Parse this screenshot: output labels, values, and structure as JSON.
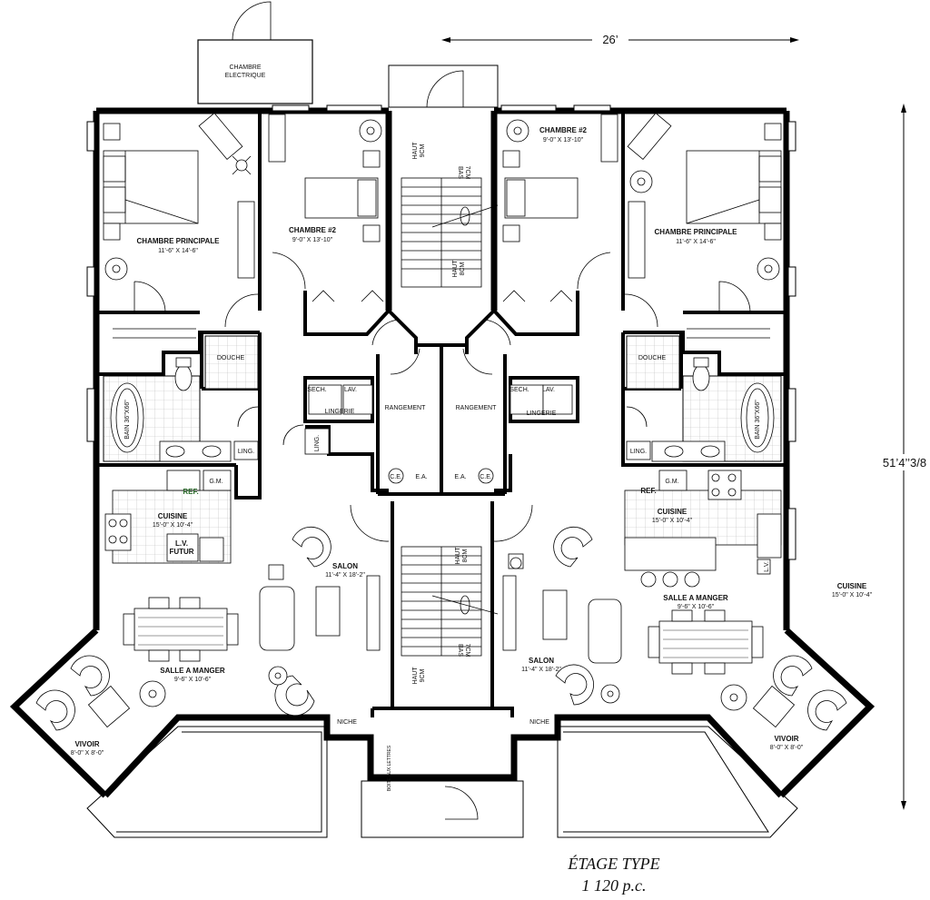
{
  "drawing": {
    "title": "ÉTAGE TYPE",
    "area": "1 120 p.c.",
    "width_dim": "26’",
    "height_dim": "51’4’’3/8"
  },
  "rooms": {
    "chambre_electrique": [
      "CHAMBRE",
      "ELECTRIQUE"
    ],
    "chambre_principale_l": {
      "name": "CHAMBRE PRINCIPALE",
      "size": "11'-6\" X 14'-6\""
    },
    "chambre2_l": {
      "name": "CHAMBRE #2",
      "size": "9'-0\" X 13'-10\""
    },
    "chambre2_r": {
      "name": "CHAMBRE #2",
      "size": "9'-0\" X 13'-10\""
    },
    "chambre_principale_r": {
      "name": "CHAMBRE PRINCIPALE",
      "size": "11'-6\" X 14'-6\""
    },
    "douche": "DOUCHE",
    "bain": "BAIN 36\"X66\"",
    "ling": "LING.",
    "lingerie": "LINGERIE",
    "sech": "SECH.",
    "lav": "LAV.",
    "rangement": "RANGEMENT",
    "ce": "C.E.",
    "ea": "E.A.",
    "ref": "REF.",
    "gm": "G.M.",
    "cuisine": {
      "name": "CUISINE",
      "size": "15'-0\" X 10'-4\""
    },
    "lv_futur": [
      "L.V.",
      "FUTUR"
    ],
    "salon": {
      "name": "SALON",
      "size": "11'-4\" X 18'-2\""
    },
    "salle_a_manger": {
      "name": "SALLE A MANGER",
      "size": "9'-6\" X 10'-6\""
    },
    "vivoir": {
      "name": "VIVOIR",
      "size": "8'-0\" X 8'-0\""
    },
    "niche": "NICHE",
    "boite": "BOITE AUX LETTRES",
    "haut": "HAUT",
    "bas": "BAS",
    "cm9": "9CM",
    "cm8": "8CM",
    "cm7": "7CM",
    "lv": "L.V."
  }
}
